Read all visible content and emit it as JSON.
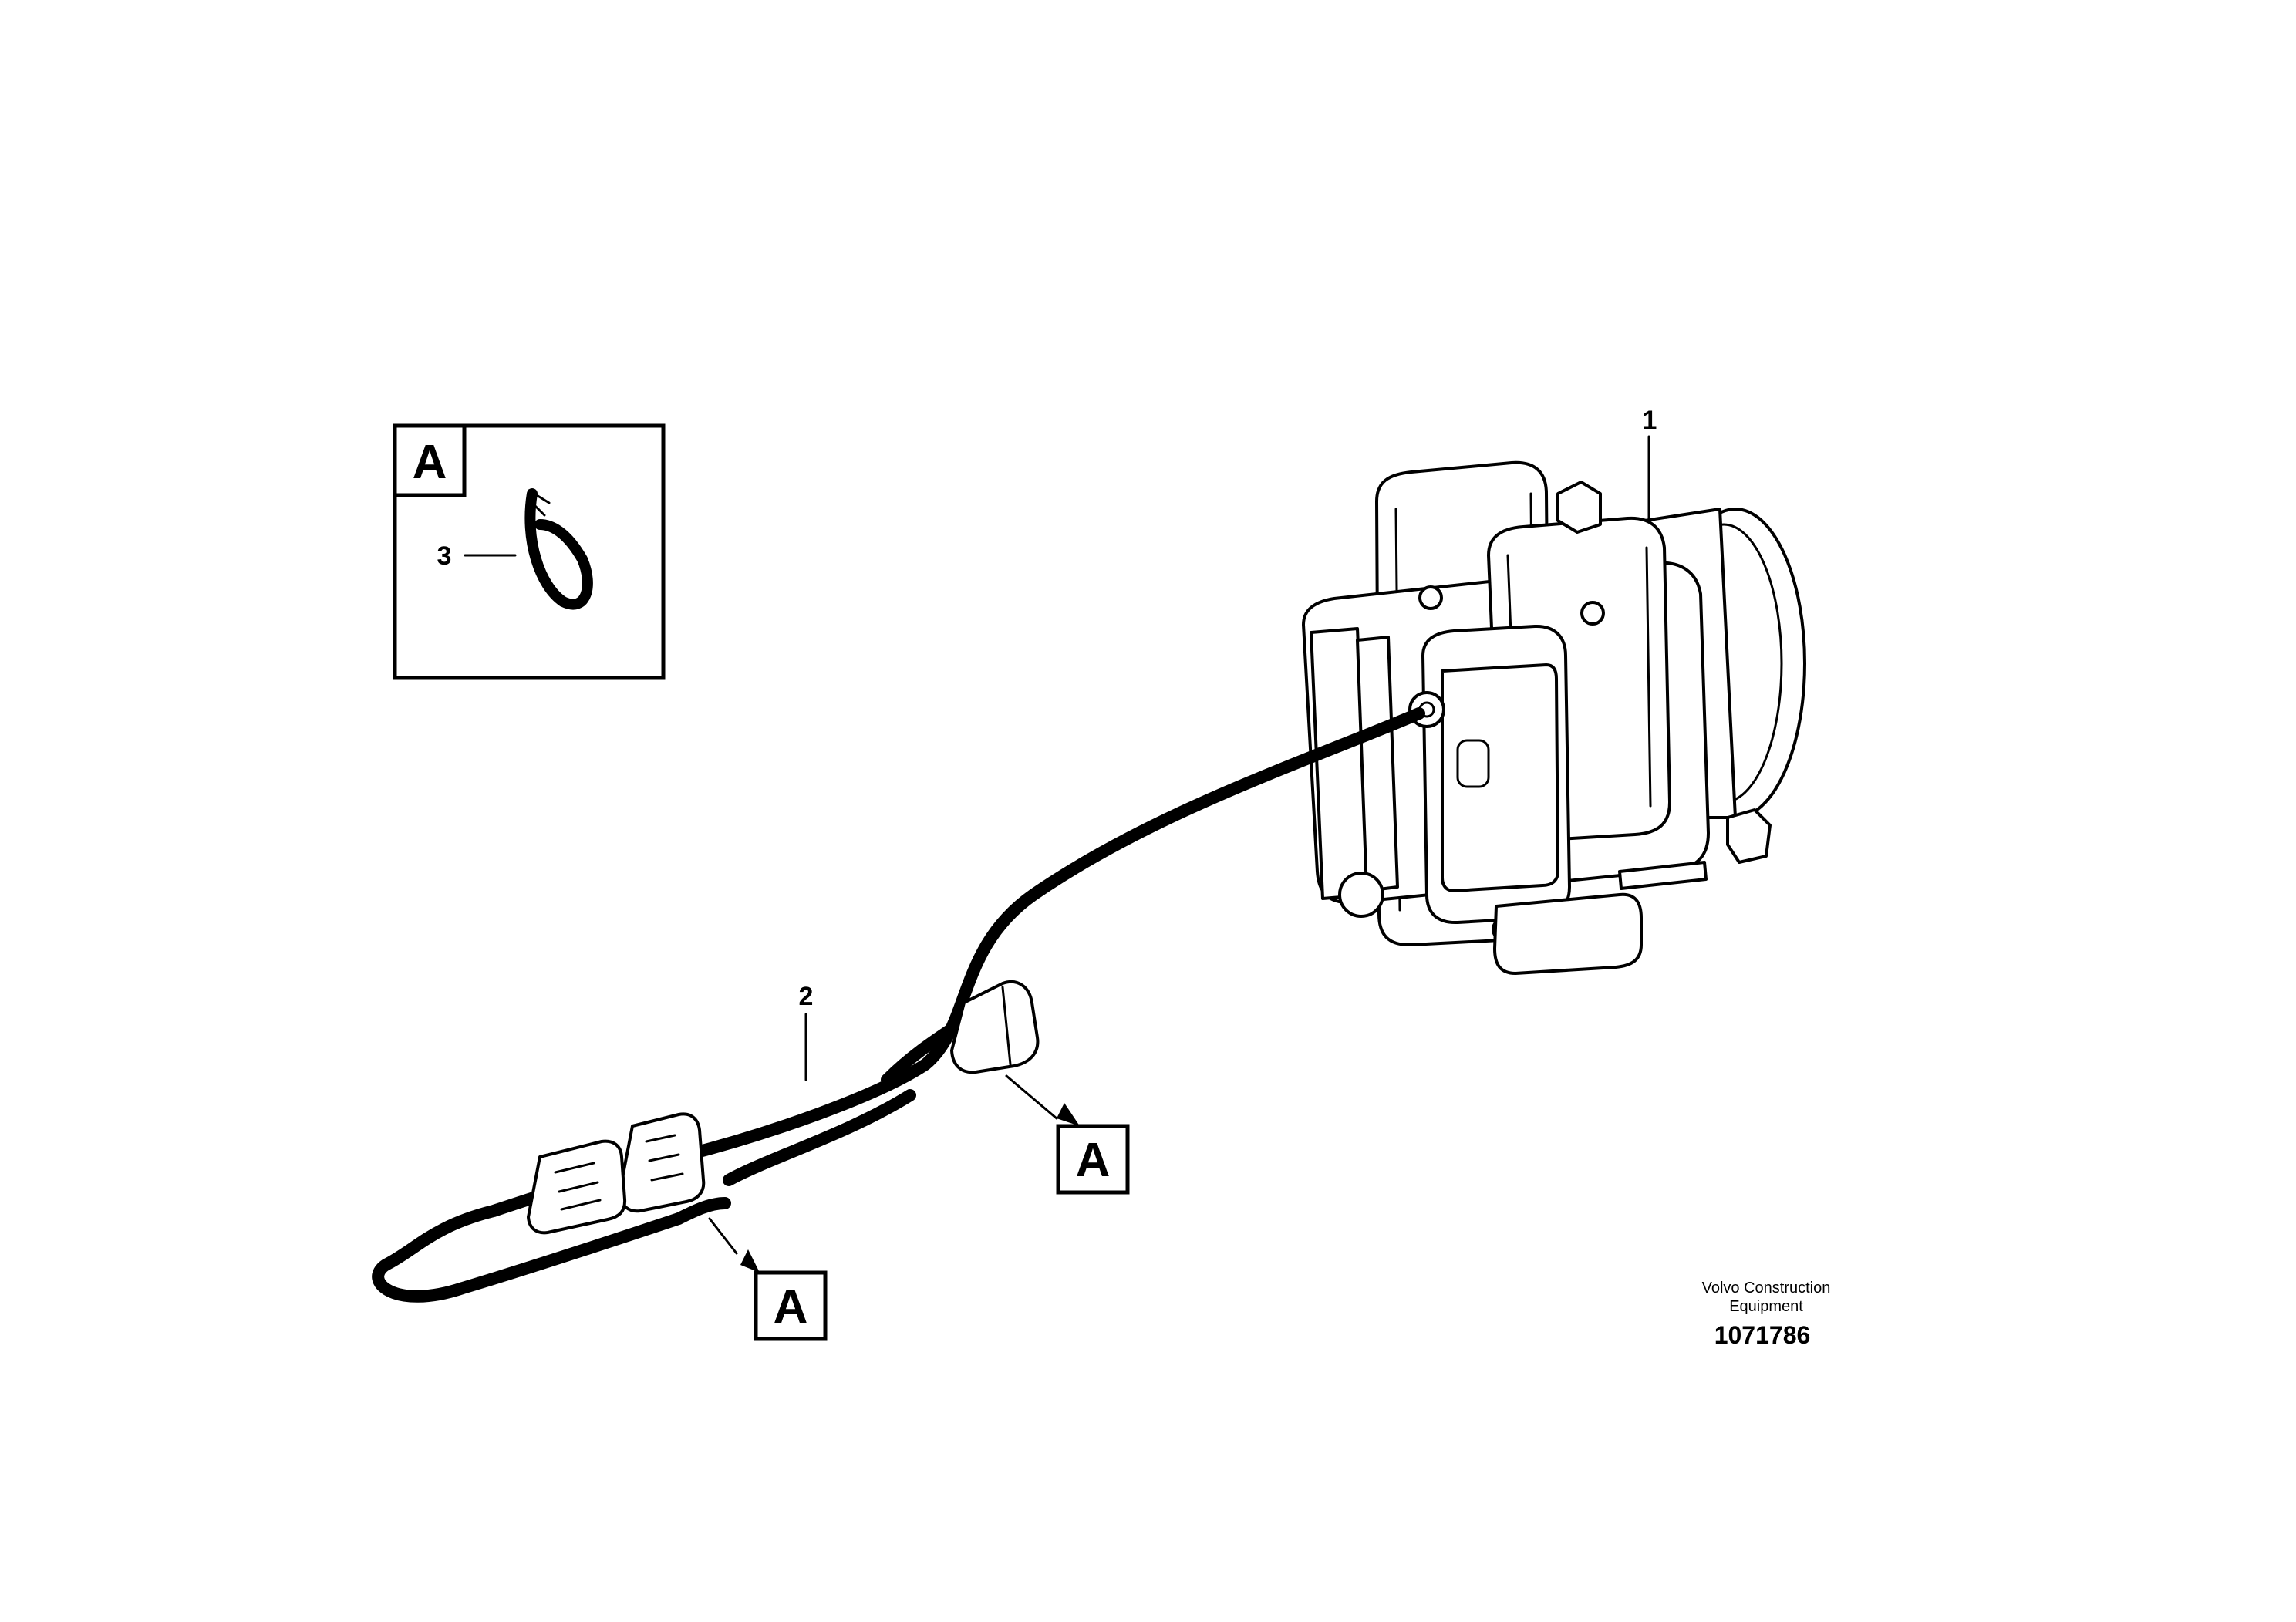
{
  "callouts": {
    "item_1": "1",
    "item_2": "2",
    "item_3": "3"
  },
  "detail_view": {
    "letter": "A"
  },
  "view_markers": {
    "marker_upper": "A",
    "marker_lower": "A"
  },
  "credit": {
    "line1": "Volvo Construction",
    "line2": "Equipment",
    "drawing_number": "1071786"
  },
  "colors": {
    "ink": "#000000",
    "paper": "#ffffff"
  }
}
